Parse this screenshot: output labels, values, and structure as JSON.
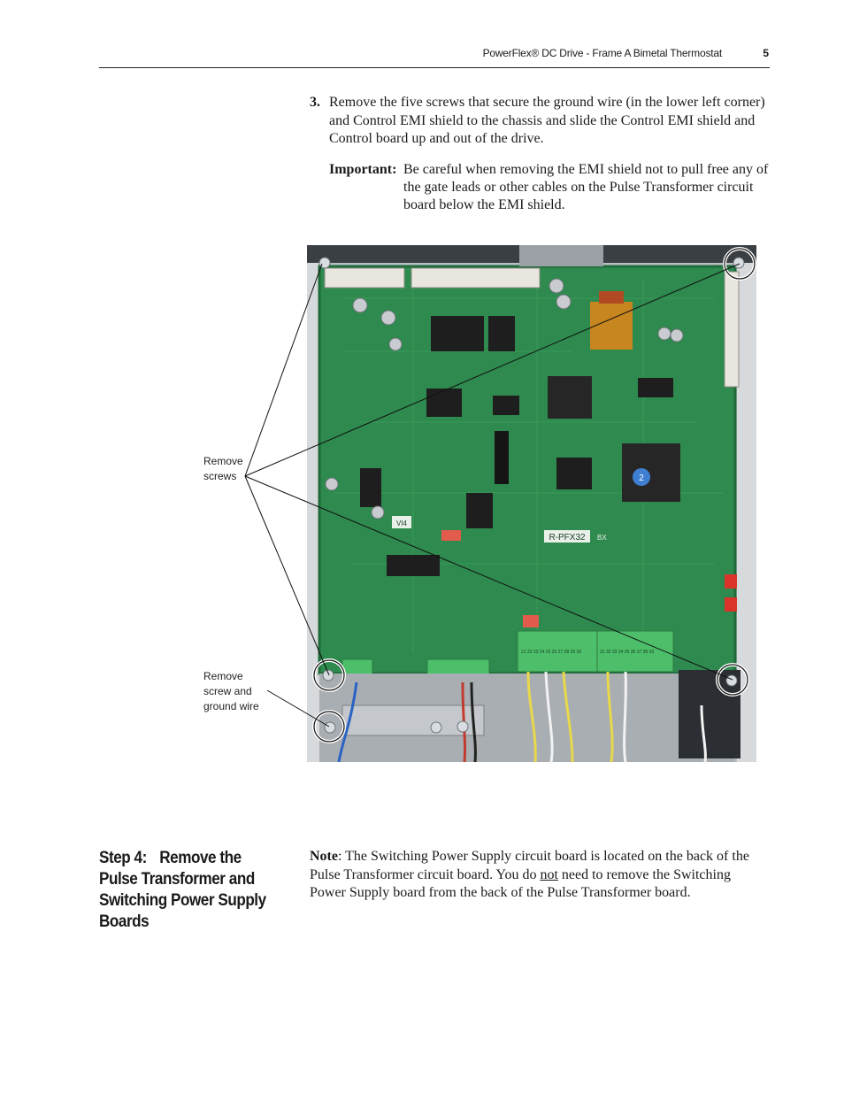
{
  "header": {
    "title": "PowerFlex® DC Drive - Frame A Bimetal Thermostat",
    "page_number": "5"
  },
  "step3": {
    "number": "3.",
    "text": "Remove the five screws that secure the ground wire (in the lower left corner) and Control EMI shield to the chassis and slide the Control EMI shield and Control board up and out of the drive.",
    "important_label": "Important:",
    "important_text": "Be careful when removing the EMI shield not to pull free any of the gate leads or other cables on the Pulse Transformer circuit board below the EMI shield."
  },
  "figure": {
    "callout_screws": [
      "Remove",
      "screws"
    ],
    "callout_ground": [
      "Remove",
      "screw and",
      "ground wire"
    ],
    "board_label": "R-PFX32",
    "board_marks": [
      "VI4",
      "BX",
      "2"
    ],
    "terminal_block_left": "21 22 23 24 25 26 27 28 29 30",
    "terminal_block_right": "31 32 33 34 35 36 37 38 39",
    "colors": {
      "pcb": "#2e8a4e",
      "pcb_dark": "#1f6b3a",
      "chassis": "#c9cdd1",
      "terminal": "#4dbf6a"
    }
  },
  "step4": {
    "label": "Step 4:",
    "title": "Remove the Pulse Transformer and Switching Power Supply Boards",
    "note_label": "Note",
    "note_part1": ": The Switching Power Supply circuit board is located on the back of the Pulse Transformer circuit board. You do ",
    "note_not": "not",
    "note_part2": " need to remove the Switching Power Supply board from the back of the Pulse Transformer board."
  }
}
